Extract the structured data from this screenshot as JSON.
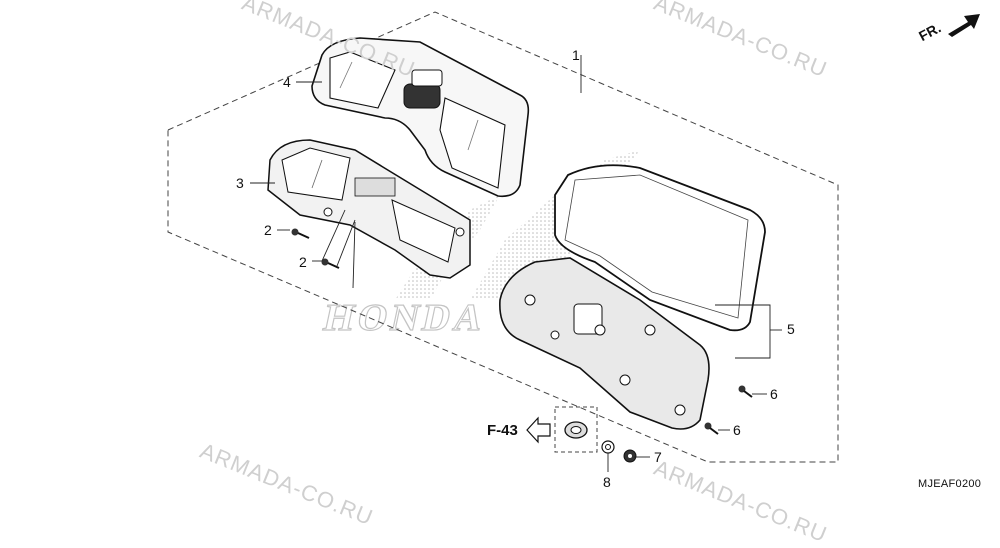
{
  "watermark": "ARMADA-CO.RU",
  "direction_label": "FR.",
  "reference_label": "F-43",
  "drawing_code": "MJEAF0200",
  "brand_mark": "HONDA",
  "callouts": {
    "c1": "1",
    "c2a": "2",
    "c2b": "2",
    "c3": "3",
    "c4": "4",
    "c5": "5",
    "c6a": "6",
    "c6b": "6",
    "c7": "7",
    "c8": "8"
  }
}
